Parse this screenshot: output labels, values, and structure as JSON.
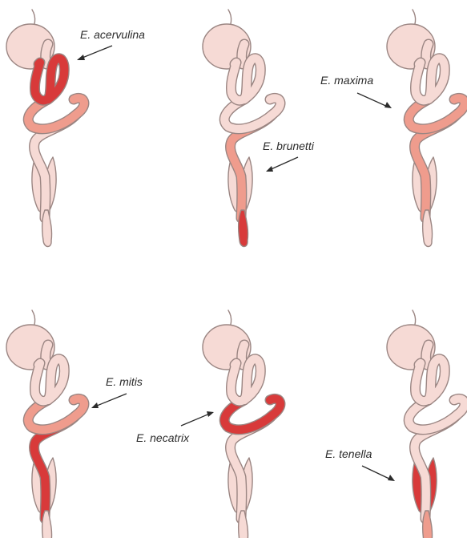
{
  "colors": {
    "healthy": "#f6dad5",
    "mild": "#ef9c8d",
    "infected": "#d83a3a",
    "outline": "#9b8683",
    "label": "#2b2b2b"
  },
  "panels": [
    {
      "species": "E. acervulina",
      "site": "duodenum",
      "duodenum": "infected",
      "jejunum": "mild",
      "ileum": "healthy",
      "ceca": "healthy",
      "rectum": "healthy"
    },
    {
      "species": "E. brunetti",
      "site": "lower intestine and rectum",
      "duodenum": "healthy",
      "jejunum": "healthy",
      "ileum": "mild",
      "ceca": "healthy",
      "rectum": "infected"
    },
    {
      "species": "E. maxima",
      "site": "mid intestine",
      "duodenum": "healthy",
      "jejunum": "mild",
      "ileum": "mild",
      "ceca": "healthy",
      "rectum": "healthy"
    },
    {
      "species": "E. mitis",
      "site": "lower intestine",
      "duodenum": "healthy",
      "jejunum": "mild",
      "ileum": "infected",
      "ceca": "healthy",
      "rectum": "healthy"
    },
    {
      "species": "E. necatrix",
      "site": "mid intestine",
      "duodenum": "healthy",
      "jejunum": "infected",
      "ileum": "healthy",
      "ceca": "healthy",
      "rectum": "healthy"
    },
    {
      "species": "E. tenella",
      "site": "ceca",
      "duodenum": "healthy",
      "jejunum": "healthy",
      "ileum": "healthy",
      "ceca": "infected",
      "rectum": "mild"
    }
  ]
}
